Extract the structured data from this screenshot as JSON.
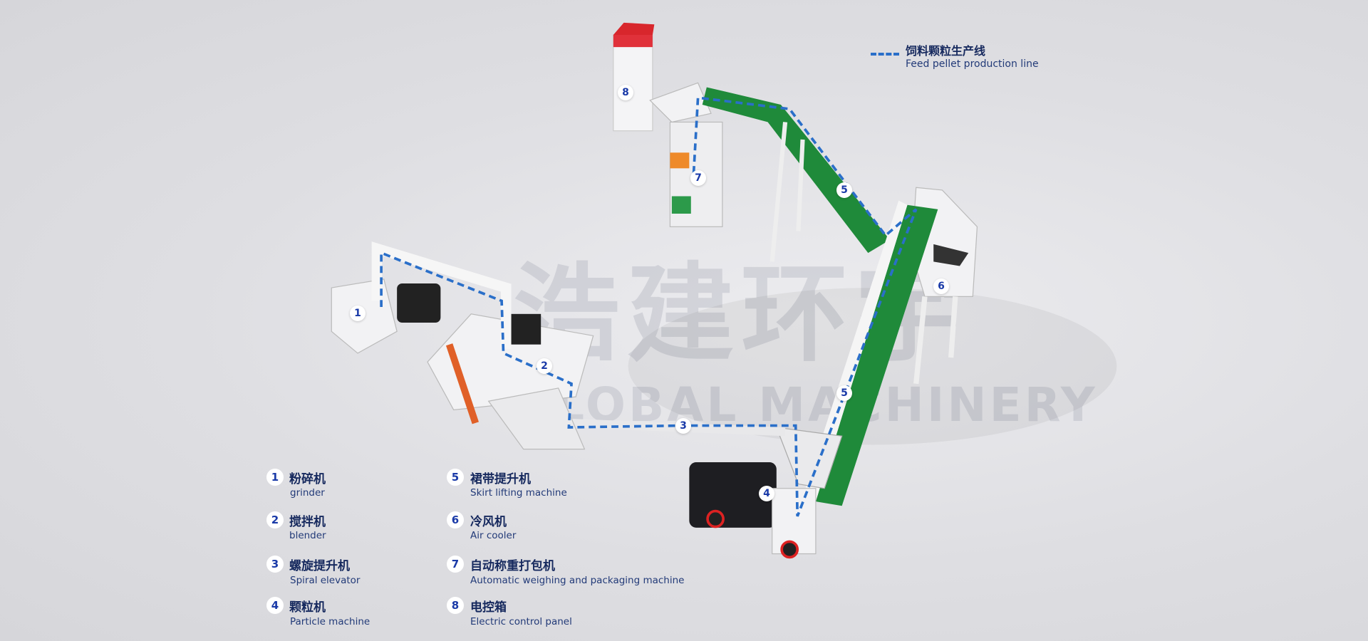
{
  "watermark": {
    "zh": "浩建环宇",
    "en": "GLOBAL MACHINERY"
  },
  "line_legend": {
    "zh": "饲料颗粒生产线",
    "en": "Feed pellet production line",
    "color": "#2a6fc9"
  },
  "colors": {
    "text": "#16295e",
    "number": "#1a3aa8",
    "conveyor": "#1f8a3a"
  },
  "machines": [
    {
      "num": "1",
      "zh": "粉碎机",
      "en": "grinder"
    },
    {
      "num": "2",
      "zh": "搅拌机",
      "en": "blender"
    },
    {
      "num": "3",
      "zh": "螺旋提升机",
      "en": "Spiral elevator"
    },
    {
      "num": "4",
      "zh": "颗粒机",
      "en": "Particle machine"
    },
    {
      "num": "5",
      "zh": "裙带提升机",
      "en": "Skirt lifting machine"
    },
    {
      "num": "6",
      "zh": "冷风机",
      "en": "Air cooler"
    },
    {
      "num": "7",
      "zh": "自动称重打包机",
      "en": "Automatic weighing and packaging machine"
    },
    {
      "num": "8",
      "zh": "电控箱",
      "en": "Electric control panel"
    }
  ],
  "tags": [
    "1",
    "2",
    "3",
    "4",
    "5",
    "5",
    "6",
    "7",
    "8"
  ]
}
